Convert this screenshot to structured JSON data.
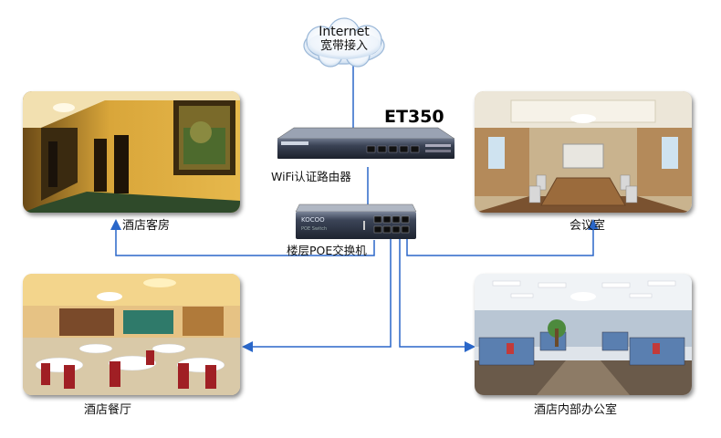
{
  "cloud": {
    "line1": "Internet",
    "line2": "宽带接入"
  },
  "router": {
    "model": "ET350",
    "label": "WiFi认证路由器"
  },
  "switch": {
    "label": "楼层POE交换机"
  },
  "rooms": {
    "guest_room": "酒店客房",
    "meeting_room": "会议室",
    "restaurant": "酒店餐厅",
    "office": "酒店内部办公室"
  },
  "colors": {
    "link": "#2a67c9",
    "router_body": "#2d3340",
    "switch_body": "#2b3344"
  }
}
